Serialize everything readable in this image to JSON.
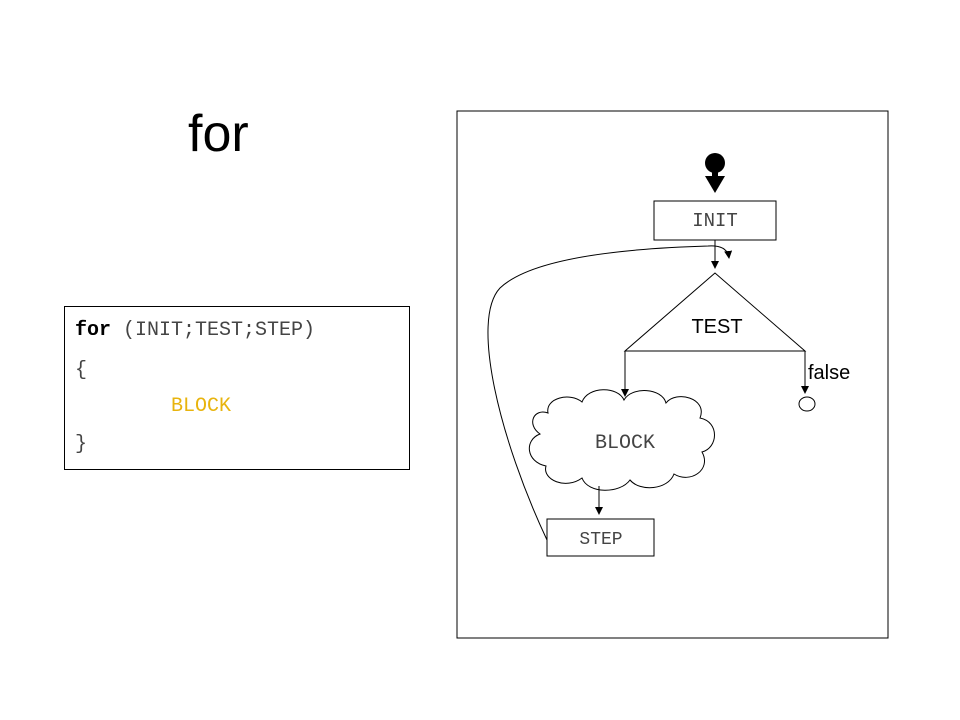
{
  "slide": {
    "title": "for"
  },
  "code": {
    "keyword": "for",
    "header_args": " (INIT;TEST;STEP)",
    "open_brace": "{",
    "block": "BLOCK",
    "close_brace": "}"
  },
  "flowchart": {
    "init_label": "INIT",
    "test_label": "TEST",
    "false_label": "false",
    "block_label": "BLOCK",
    "step_label": "STEP"
  },
  "colors": {
    "block_text": "#e8b40e",
    "line": "#000000"
  }
}
